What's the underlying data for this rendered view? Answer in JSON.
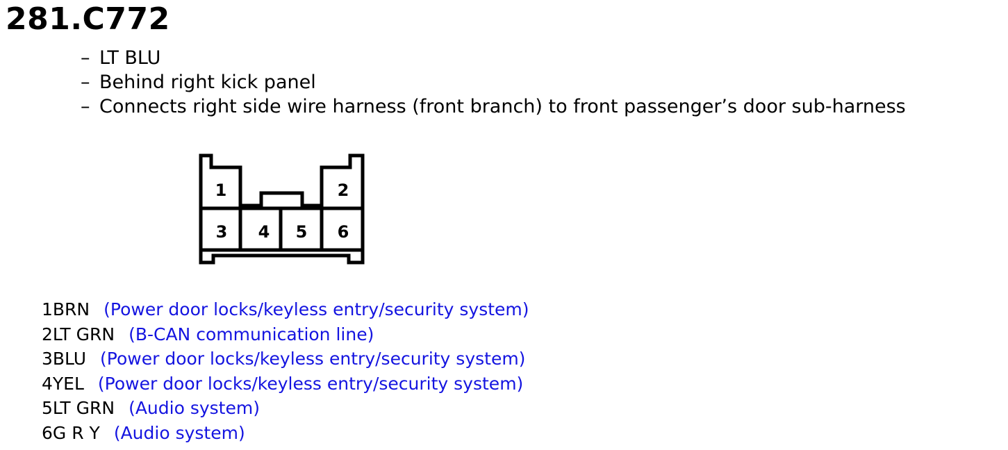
{
  "title": "281.C772",
  "notes": [
    "LT BLU",
    "Behind right kick panel",
    "Connects right side wire harness (front branch) to front passenger’s door sub-harness"
  ],
  "note_dash": "–",
  "connector": {
    "cavities": [
      "1",
      "2",
      "3",
      "4",
      "5",
      "6"
    ]
  },
  "pins": [
    {
      "num": "1",
      "color": "BRN",
      "desc": "(Power door locks/keyless entry/security system)"
    },
    {
      "num": "2",
      "color": "LT GRN",
      "desc": "(B-CAN communication line)"
    },
    {
      "num": "3",
      "color": "BLU",
      "desc": "(Power door locks/keyless entry/security system)"
    },
    {
      "num": "4",
      "color": "YEL",
      "desc": "(Power door locks/keyless entry/security system)"
    },
    {
      "num": "5",
      "color": "LT GRN",
      "desc": "(Audio system)"
    },
    {
      "num": "6",
      "color": "G R Y",
      "desc": "(Audio system)"
    }
  ]
}
